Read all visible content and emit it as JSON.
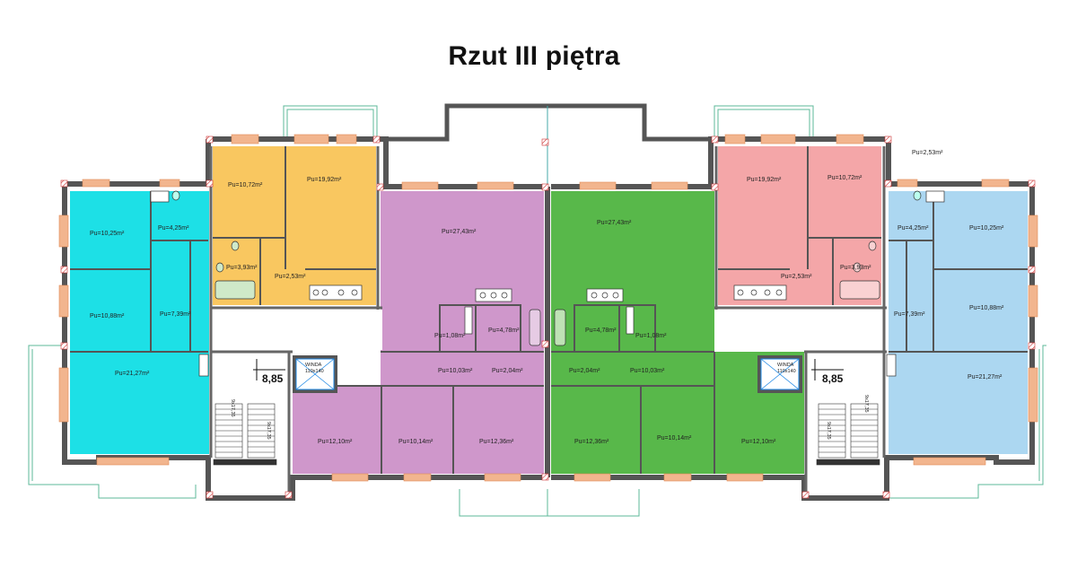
{
  "title": "Rzut III piętra",
  "colors": {
    "cyan": "#1de0e6",
    "orange": "#f9c760",
    "purple": "#cf97cb",
    "green": "#58b84a",
    "pink": "#f4a6a8",
    "lightblue": "#acd7f1",
    "wall": "#555555",
    "window": "#f2b58e",
    "balcony": "#5db89a"
  },
  "rooms": [
    {
      "id": "l1",
      "label": "Pu=10,25m²"
    },
    {
      "id": "l2",
      "label": "Pu=4,25m²"
    },
    {
      "id": "l3",
      "label": "Pu=10,88m²"
    },
    {
      "id": "l4",
      "label": "Pu=7,39m²"
    },
    {
      "id": "l5",
      "label": "Pu=21,27m²"
    },
    {
      "id": "o1",
      "label": "Pu=10,72m²"
    },
    {
      "id": "o2",
      "label": "Pu=19,92m²"
    },
    {
      "id": "o3",
      "label": "Pu=3,93m²"
    },
    {
      "id": "o4",
      "label": "Pu=2,53m²"
    },
    {
      "id": "p1",
      "label": "Pu=27,43m²"
    },
    {
      "id": "p2",
      "label": "Pu=1,08m²"
    },
    {
      "id": "p3",
      "label": "Pu=4,78m²"
    },
    {
      "id": "p4",
      "label": "Pu=10,03m²"
    },
    {
      "id": "p5",
      "label": "Pu=2,04m²"
    },
    {
      "id": "p6",
      "label": "Pu=12,10m²"
    },
    {
      "id": "p7",
      "label": "Pu=10,14m²"
    },
    {
      "id": "p8",
      "label": "Pu=12,36m²"
    },
    {
      "id": "g1",
      "label": "Pu=27,43m²"
    },
    {
      "id": "g2",
      "label": "Pu=4,78m²"
    },
    {
      "id": "g3",
      "label": "Pu=1,08m²"
    },
    {
      "id": "g4",
      "label": "Pu=2,04m²"
    },
    {
      "id": "g5",
      "label": "Pu=10,03m²"
    },
    {
      "id": "g6",
      "label": "Pu=12,36m²"
    },
    {
      "id": "g7",
      "label": "Pu=10,14m²"
    },
    {
      "id": "g8",
      "label": "Pu=12,10m²"
    },
    {
      "id": "k1",
      "label": "Pu=19,92m²"
    },
    {
      "id": "k2",
      "label": "Pu=10,72m²"
    },
    {
      "id": "k3",
      "label": "Pu=2,53m²"
    },
    {
      "id": "k4",
      "label": "Pu=3,93m²"
    },
    {
      "id": "b1",
      "label": "Pu=4,25m²"
    },
    {
      "id": "b2",
      "label": "Pu=10,25m²"
    },
    {
      "id": "b3",
      "label": "Pu=10,88m²"
    },
    {
      "id": "b4",
      "label": "Pu=7,39m²"
    },
    {
      "id": "b5",
      "label": "Pu=21,27m²"
    },
    {
      "id": "x1",
      "label": "Pu=2,53m²"
    }
  ],
  "levels": {
    "left": "8,85",
    "right": "8,85"
  },
  "elevator": {
    "name": "WINDA",
    "size": "110x140"
  },
  "stairs": {
    "left_a": "9x17,35",
    "left_b": "9x17,35",
    "right_a": "9x17,35",
    "right_b": "9x17,35",
    "steps": "27"
  }
}
